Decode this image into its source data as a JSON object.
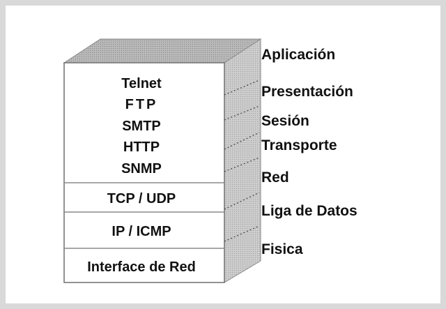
{
  "protocol_stack": {
    "application_protocols": [
      "Telnet",
      "FTP",
      "SMTP",
      "HTTP",
      "SNMP"
    ],
    "transport_protocols": "TCP / UDP",
    "internet_protocols": "IP / ICMP",
    "network_interface": "Interface de Red"
  },
  "osi_layers": [
    "Aplicación",
    "Presentación",
    "Sesión",
    "Transporte",
    "Red",
    "Liga de Datos",
    "Fisica"
  ],
  "colors": {
    "frame": "#d9d9d9",
    "cube_face": "#ffffff",
    "cube_top": "#a8a8a8",
    "cube_side": "#c4c4c4",
    "outline": "#6f6f6f",
    "text": "#111111"
  }
}
